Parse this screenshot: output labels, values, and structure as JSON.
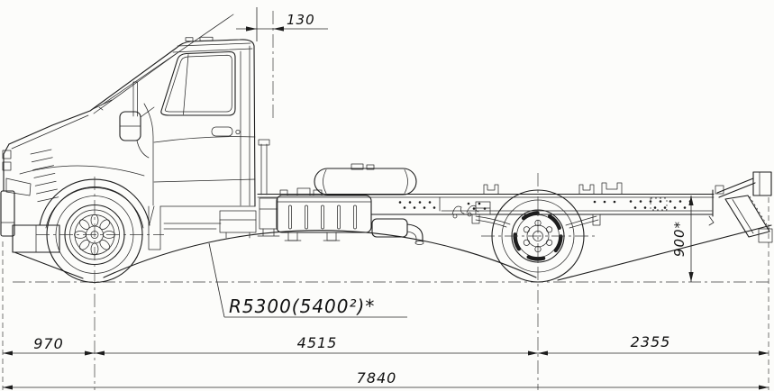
{
  "drawing": {
    "type": "truck chassis side-view dimension drawing",
    "colors": {
      "line": "#1d1d1d",
      "background": "#fcfcfa"
    },
    "labels": {
      "dim_130": "130",
      "dim_970": "970",
      "dim_4515": "4515",
      "dim_2355": "2355",
      "dim_7840": "7840",
      "dim_900": "900*",
      "radius_note": "R5300(5400²)*"
    }
  }
}
